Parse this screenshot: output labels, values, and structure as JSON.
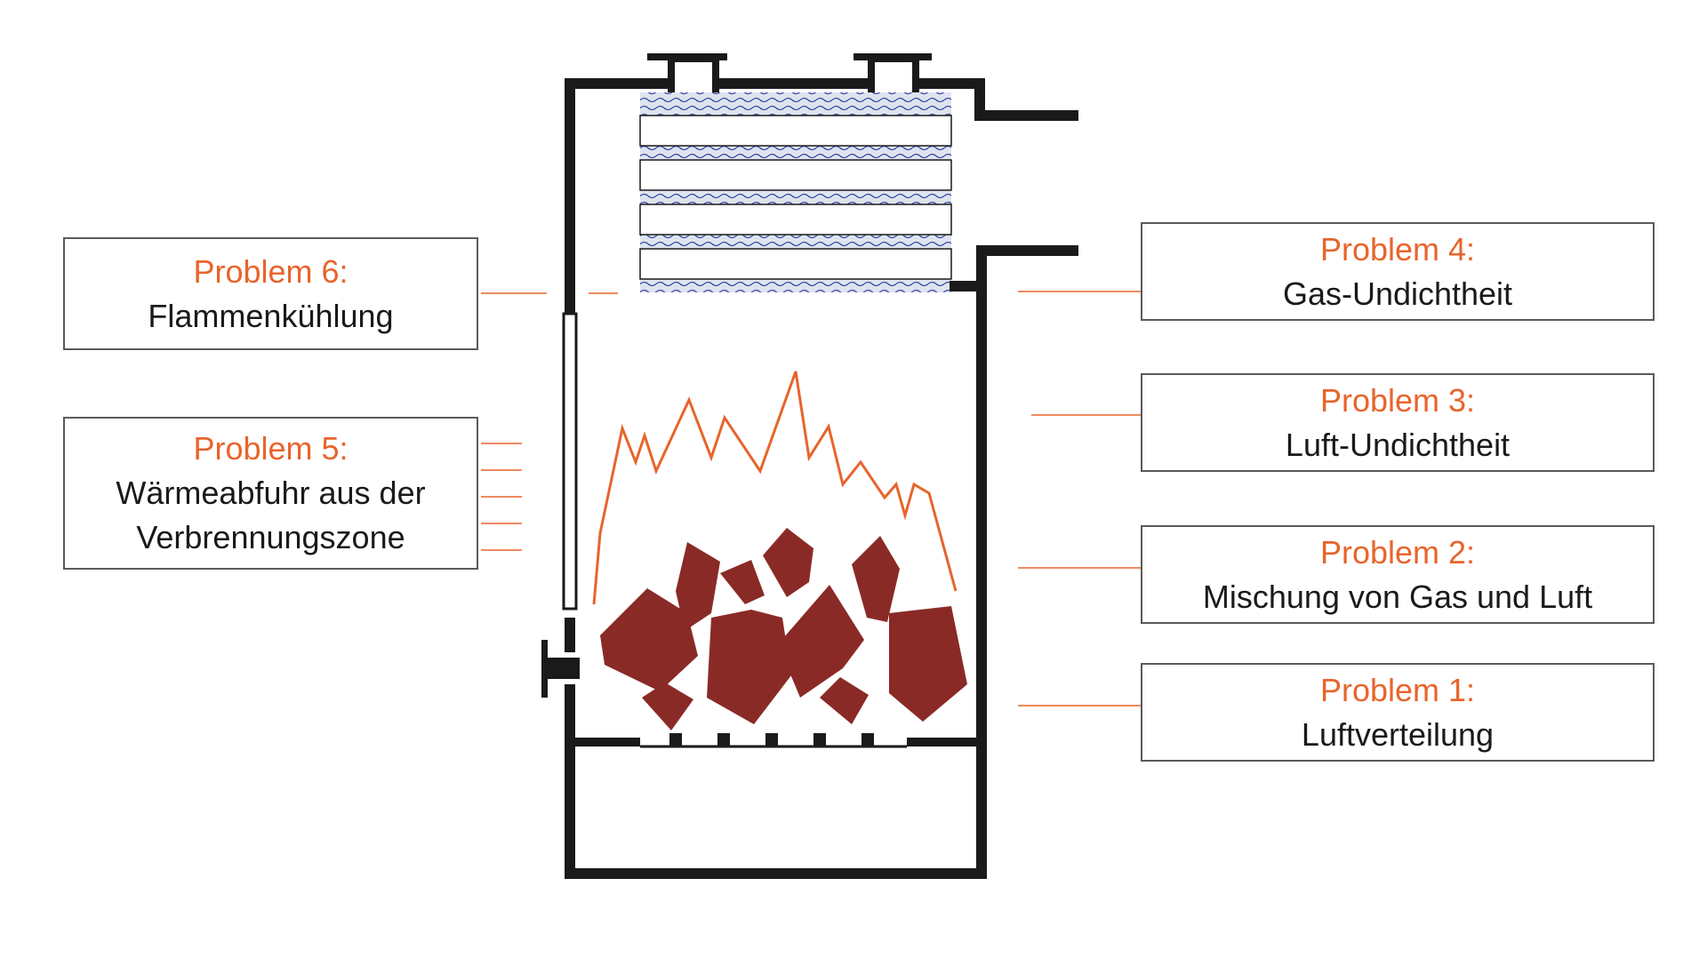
{
  "colors": {
    "accent": "#e8642c",
    "text": "#1a1a1a",
    "wall": "#1a1a1a",
    "fuel": "#8a2a26",
    "flame": "#e8642c",
    "insulation_pattern": "#3b4f9e"
  },
  "problems": {
    "p1": {
      "title": "Problem 1:",
      "lines": [
        "Luftverteilung"
      ]
    },
    "p2": {
      "title": "Problem 2:",
      "lines": [
        "Mischung von Gas und Luft"
      ]
    },
    "p3": {
      "title": "Problem 3:",
      "lines": [
        "Luft-Undichtheit"
      ]
    },
    "p4": {
      "title": "Problem 4:",
      "lines": [
        "Gas-Undichtheit"
      ]
    },
    "p5": {
      "title": "Problem 5:",
      "lines": [
        "Wärmeabfuhr aus der",
        "Verbrennungszone"
      ]
    },
    "p6": {
      "title": "Problem 6:",
      "lines": [
        "Flammenkühlung"
      ]
    }
  }
}
